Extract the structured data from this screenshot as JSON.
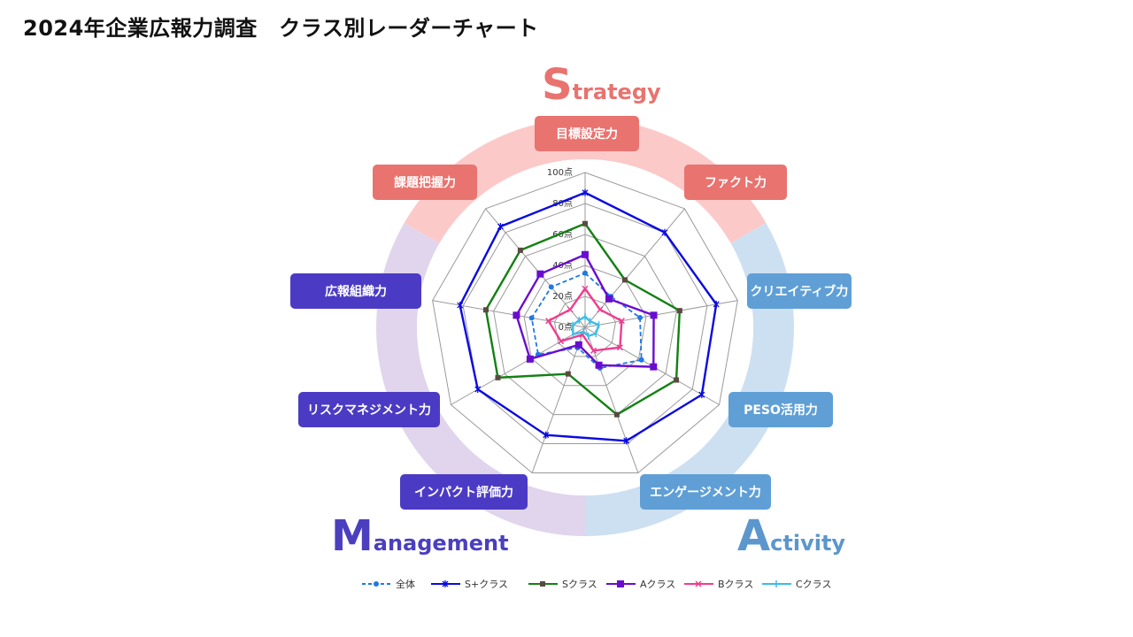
{
  "page": {
    "title": "2024年企業広報力調査　クラス別レーダーチャート"
  },
  "sections": [
    {
      "initial": "S",
      "rest": "trategy",
      "color": "#e8736f"
    },
    {
      "initial": "A",
      "rest": "ctivity",
      "color": "#5b97cd"
    },
    {
      "initial": "M",
      "rest": "anagement",
      "color": "#4b3fbf"
    }
  ],
  "ring_colors": {
    "strategy": "#fcc9c9",
    "activity": "#cde0f1",
    "management": "#e0d5ec"
  },
  "chart_data": {
    "type": "radar",
    "axes": [
      {
        "label": "目標設定力",
        "color": "#e8736f"
      },
      {
        "label": "ファクト力",
        "color": "#e8736f"
      },
      {
        "label": "クリエイティブ力",
        "color": "#5f9fd6"
      },
      {
        "label": "PESO活用力",
        "color": "#5f9fd6"
      },
      {
        "label": "エンゲージメント力",
        "color": "#5f9fd6"
      },
      {
        "label": "インパクト評価力",
        "color": "#4b3bc4"
      },
      {
        "label": "リスクマネジメント力",
        "color": "#4b3bc4"
      },
      {
        "label": "広報組織力",
        "color": "#4b3bc4"
      },
      {
        "label": "課題把握力",
        "color": "#e8736f"
      }
    ],
    "tick_labels": [
      "0点",
      "20点",
      "40点",
      "60点",
      "80点",
      "100点"
    ],
    "range": [
      0,
      100
    ],
    "series": [
      {
        "name": "全体",
        "color": "#1f78e6",
        "dash": true,
        "marker": "circle",
        "values": [
          35,
          26,
          36,
          42,
          28,
          14,
          35,
          35,
          34
        ]
      },
      {
        "name": "S+クラス",
        "color": "#0a0ae0",
        "dash": false,
        "marker": "star",
        "values": [
          87,
          80,
          86,
          87,
          78,
          74,
          80,
          82,
          85
        ]
      },
      {
        "name": "Sクラス",
        "color": "#138013",
        "dash": false,
        "marker": "square",
        "values": [
          67,
          40,
          62,
          68,
          60,
          32,
          65,
          65,
          65
        ]
      },
      {
        "name": "Aクラス",
        "color": "#6a0ccf",
        "dash": false,
        "marker": "bigsquare",
        "values": [
          47,
          24,
          45,
          51,
          26,
          12,
          41,
          45,
          45
        ]
      },
      {
        "name": "Bクラス",
        "color": "#ef3d8f",
        "dash": false,
        "marker": "x",
        "values": [
          25,
          15,
          24,
          26,
          16,
          5,
          18,
          24,
          15
        ]
      },
      {
        "name": "Cクラス",
        "color": "#3cbce8",
        "dash": false,
        "marker": "plus",
        "values": [
          7,
          5,
          9,
          8,
          6,
          3,
          9,
          8,
          6
        ]
      }
    ],
    "legend_position": "bottom"
  }
}
